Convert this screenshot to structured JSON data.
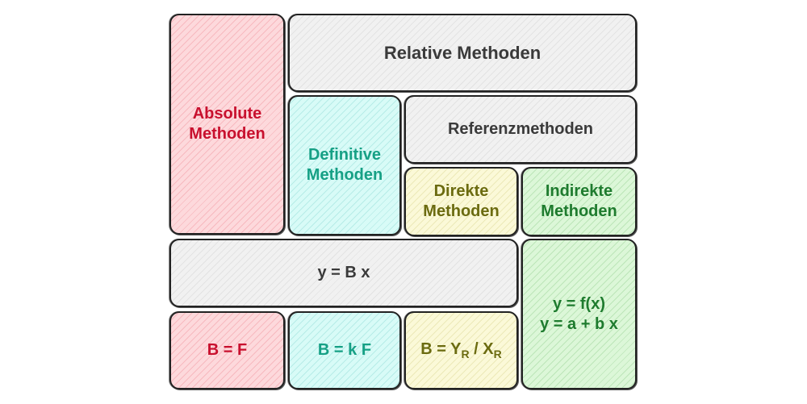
{
  "boxes": {
    "absolute": {
      "line1": "Absolute",
      "line2": "Methoden"
    },
    "relative": {
      "label": "Relative Methoden"
    },
    "definitive": {
      "line1": "Definitive",
      "line2": "Methoden"
    },
    "referenz": {
      "label": "Referenzmethoden"
    },
    "direkte": {
      "line1": "Direkte",
      "line2": "Methoden"
    },
    "indirekte": {
      "line1": "Indirekte",
      "line2": "Methoden"
    },
    "y_bx": {
      "label": "y = B x"
    },
    "y_fx": {
      "line1": "y = f(x)",
      "line2": "y = a + b x"
    },
    "b_f": {
      "label": "B = F"
    },
    "b_kf": {
      "label": "B = k F"
    },
    "b_yr": {
      "prefix": "B = Y",
      "sub1": "R",
      "mid": " / X",
      "sub2": "R"
    }
  }
}
